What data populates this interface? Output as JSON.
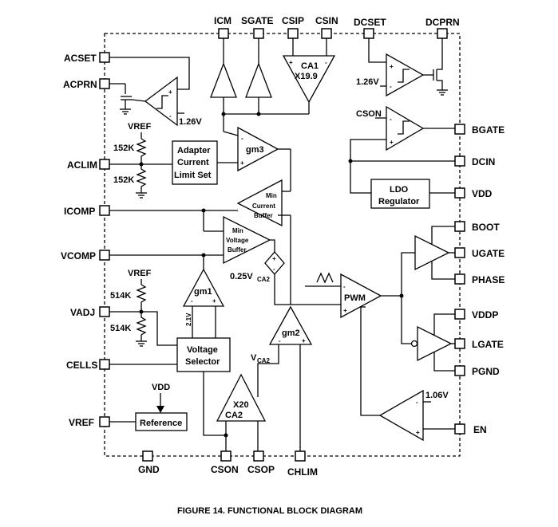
{
  "caption": "FIGURE 14. FUNCTIONAL BLOCK DIAGRAM",
  "pins": {
    "icm": "ICM",
    "sgate": "SGATE",
    "csip": "CSIP",
    "csin": "CSIN",
    "dcset": "DCSET",
    "dcprn": "DCPRN",
    "acset": "ACSET",
    "acprn": "ACPRN",
    "aclim": "ACLIM",
    "icomp": "ICOMP",
    "vcomp": "VCOMP",
    "vadj": "VADJ",
    "cells": "CELLS",
    "vref": "VREF",
    "bgate": "BGATE",
    "dcin": "DCIN",
    "vdd": "VDD",
    "boot": "BOOT",
    "ugate": "UGATE",
    "phase": "PHASE",
    "vddp": "VDDP",
    "lgate": "LGATE",
    "pgnd": "PGND",
    "en": "EN",
    "gnd": "GND",
    "cson": "CSON",
    "csop": "CSOP",
    "chlim": "CHLIM"
  },
  "blocks": {
    "ca1": [
      "CA1",
      "X19.9"
    ],
    "gm3": "gm3",
    "adapter": [
      "Adapter",
      "Current",
      "Limit Set"
    ],
    "min_current": [
      "Min",
      "Current",
      "Buffer"
    ],
    "min_voltage": [
      "Min",
      "Voltage",
      "Buffer"
    ],
    "ldo": [
      "LDO",
      "Regulator"
    ],
    "pwm": "PWM",
    "gm1": "gm1",
    "gm2": "gm2",
    "voltage_selector": [
      "Voltage",
      "Selector"
    ],
    "ca2": [
      "X20",
      "CA2"
    ],
    "reference": "Reference"
  },
  "labels": {
    "v126_top": "1.26V",
    "v126_left": "1.26V",
    "cson_inner": "CSON",
    "vref_upper": "VREF",
    "r152k_a": "152K",
    "r152k_b": "152K",
    "vref_lower": "VREF",
    "r514k_a": "514K",
    "r514k_b": "514K",
    "v21": "2.1V",
    "v025": "0.25V",
    "v025_sub": "CA2",
    "vca2": "V",
    "vca2_sub": "CA2",
    "vdd_inner": "VDD",
    "v106": "1.06V"
  }
}
